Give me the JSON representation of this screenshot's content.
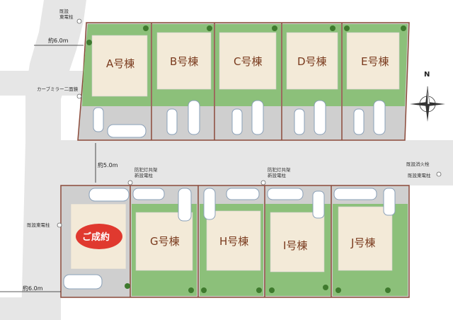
{
  "lots": {
    "a": "A号棟",
    "b": "B号棟",
    "c": "C号棟",
    "d": "D号棟",
    "e": "E号棟",
    "g": "G号棟",
    "h": "H号棟",
    "i": "I号棟",
    "j": "J号棟"
  },
  "sold_badge": "ご成約",
  "labels": {
    "road_width_top": "約6.0m",
    "road_width_bottom": "約6.0m",
    "road_width_middle": "約5.0m",
    "existing_pole_top": "既設\n東電柱",
    "curve_mirror": "カーブミラー二面鏡",
    "existing_pole_left": "既設東電柱",
    "crime_light_left": "防犯灯共架\n新設電柱",
    "crime_light_center": "防犯灯共架\n新設電柱",
    "fire_hydrant": "既設消火栓",
    "existing_pole_right": "既設東電柱"
  },
  "compass": {
    "north": "N"
  },
  "colors": {
    "road": "#e6e6e6",
    "lawn": "#8cc07a",
    "house": "#f3ead8",
    "lot_border": "#8b4a3a",
    "parking": "#cfcfcf",
    "sold": "#e0392f",
    "label": "#7a3b1e"
  },
  "icons": [
    "compass-icon",
    "car-icon",
    "tree-icon",
    "utility-pole-icon"
  ]
}
